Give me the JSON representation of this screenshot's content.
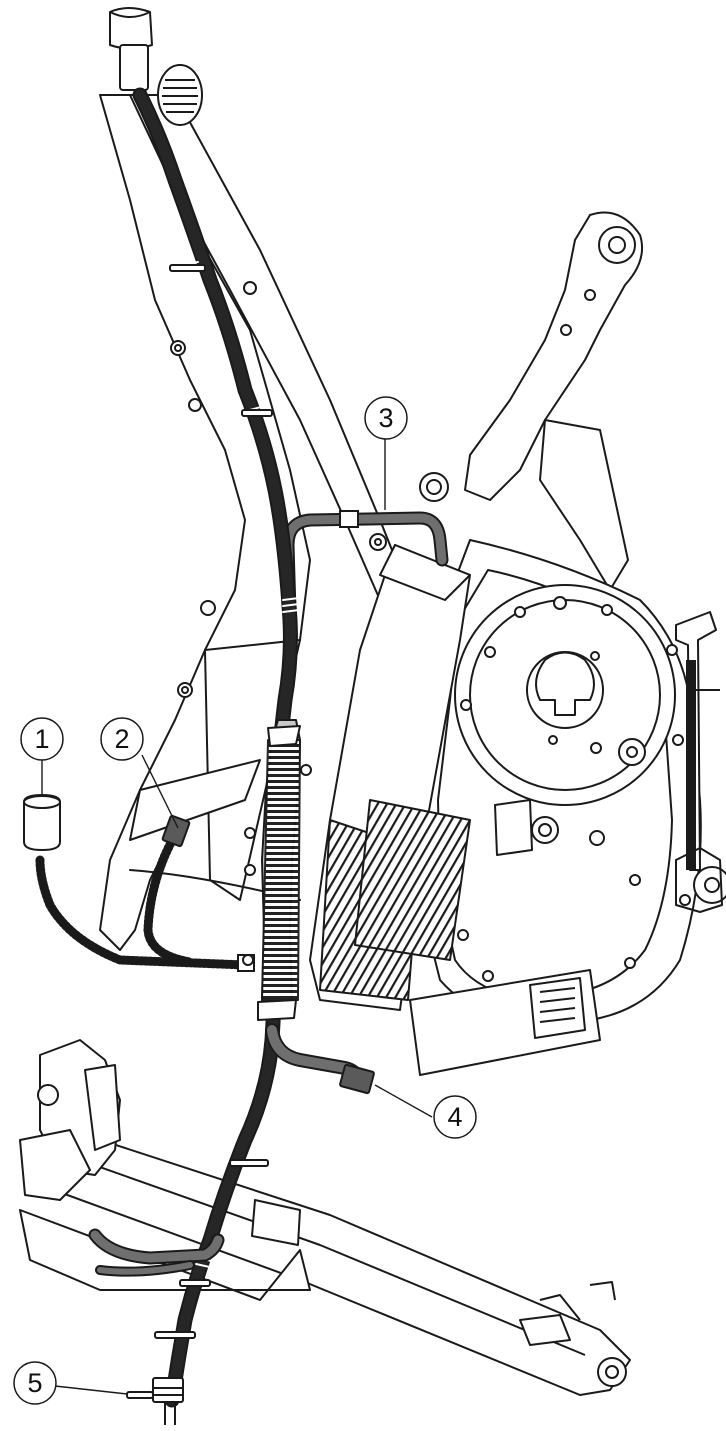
{
  "diagram": {
    "callouts": [
      {
        "id": "1",
        "label": "1"
      },
      {
        "id": "2",
        "label": "2"
      },
      {
        "id": "3",
        "label": "3"
      },
      {
        "id": "4",
        "label": "4"
      },
      {
        "id": "5",
        "label": "5"
      }
    ],
    "colors": {
      "line": "#1a1a1a",
      "fill": "#ffffff",
      "main_harness": "#1e1e1e",
      "grey_harness": "#6f6f6f",
      "connector": "#5a5a5a",
      "sleeve": "#c8c8c8",
      "shadow": "#d9d9d9"
    }
  }
}
